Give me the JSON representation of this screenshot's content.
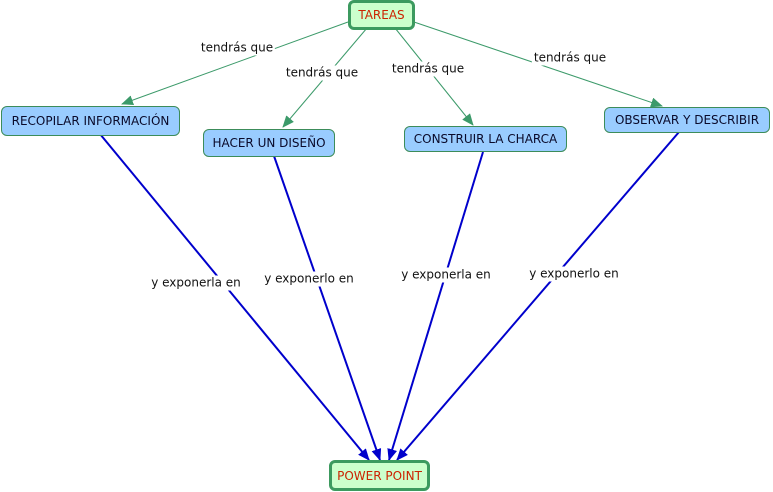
{
  "diagram": {
    "root": {
      "label": "TAREAS"
    },
    "tasks": [
      {
        "label": "RECOPILAR INFORMACIÓN",
        "link_to_task": "tendrás que",
        "link_to_output": "y exponerla en"
      },
      {
        "label": "HACER UN DISEÑO",
        "link_to_task": "tendrás que",
        "link_to_output": "y exponerlo en"
      },
      {
        "label": "CONSTRUIR LA CHARCA",
        "link_to_task": "tendrás que",
        "link_to_output": "y exponerla en"
      },
      {
        "label": "OBSERVAR Y DESCRIBIR",
        "link_to_task": "tendrás que",
        "link_to_output": "y exponerlo en"
      }
    ],
    "output": {
      "label": "POWER POINT"
    },
    "colors": {
      "root_fill": "#ccffcc",
      "root_border": "#3c9a5f",
      "root_text": "#cc2200",
      "task_fill": "#99ccff",
      "task_border": "#3c8c5a",
      "upper_links": "#3c9a6a",
      "lower_links": "#0000cc"
    }
  }
}
